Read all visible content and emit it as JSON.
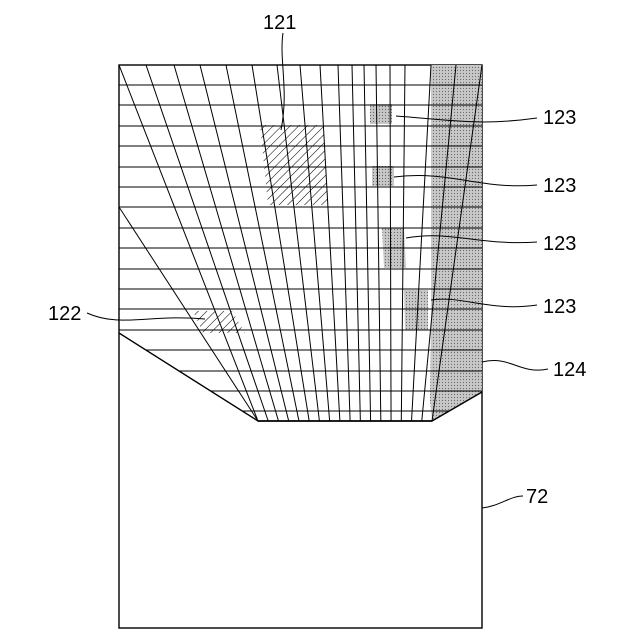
{
  "labels": {
    "grid_region": "121",
    "left_marker": "122",
    "dotted_cell_1": "123",
    "dotted_cell_2": "123",
    "dotted_cell_3": "123",
    "dotted_cell_4": "123",
    "right_strip": "124",
    "lower_body": "72"
  },
  "colors": {
    "line": "#000000",
    "dot_fill": "#bdbdbd",
    "hatch": "#000000",
    "background": "#ffffff"
  }
}
